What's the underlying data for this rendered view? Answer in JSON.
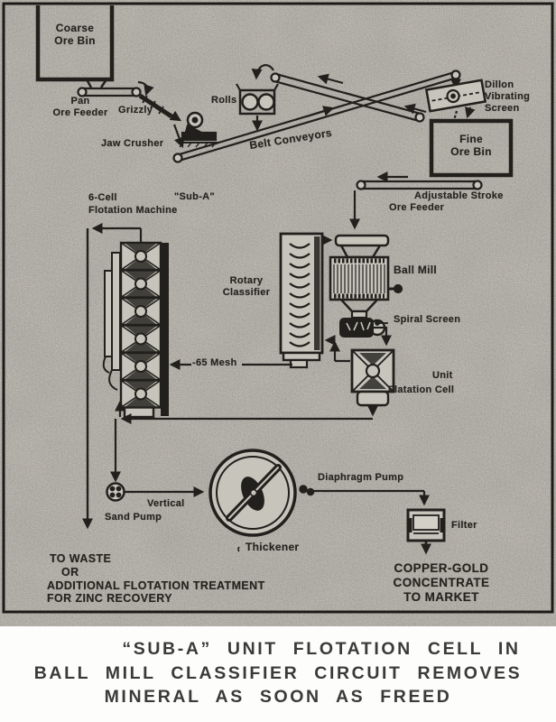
{
  "colors": {
    "paper": "#c7c4bc",
    "ink": "#22201c",
    "caption_text": "#3a3a3a"
  },
  "labels": {
    "coarse_ore_bin": [
      "Coarse",
      "Ore Bin"
    ],
    "pan_feeder": [
      "Pan",
      "Ore Feeder"
    ],
    "grizzly": "Grizzly",
    "jaw_crusher": "Jaw Crusher",
    "rolls": "Rolls",
    "belt_conveyors": "Belt Conveyors",
    "dillon_screen": [
      "Dillon",
      "Vibrating",
      "Screen"
    ],
    "fine_ore_bin": [
      "Fine",
      "Ore Bin"
    ],
    "adjustable_feeder": [
      "Adjustable Stroke",
      "Ore Feeder"
    ],
    "flotation_machine": [
      "6-Cell",
      "Flotation Machine"
    ],
    "sub_a": "\"Sub-A\"",
    "rotary_classifier": [
      "Rotary",
      "Classifier"
    ],
    "ball_mill": "Ball Mill",
    "spiral_screen": "Spiral Screen",
    "mesh": "-65 Mesh",
    "unit_cell": [
      "Unit",
      "Flatation Cell"
    ],
    "sand_pump": [
      "Vertical",
      "Sand Pump"
    ],
    "thickener": "Thickener",
    "diaphragm_pump": "Diaphragm Pump",
    "filter": "Filter",
    "waste": [
      "TO WASTE",
      "OR",
      "ADDITIONAL FLOTATION TREATMENT",
      "FOR ZINC RECOVERY"
    ],
    "concentrate": [
      "COPPER-GOLD",
      "CONCENTRATE",
      "TO MARKET"
    ]
  },
  "caption": {
    "lines": [
      "“SUB-A” UNIT FLOTATION CELL IN",
      "BALL MILL CLASSIFIER CIRCUIT REMOVES",
      "MINERAL AS SOON AS FREED"
    ]
  }
}
